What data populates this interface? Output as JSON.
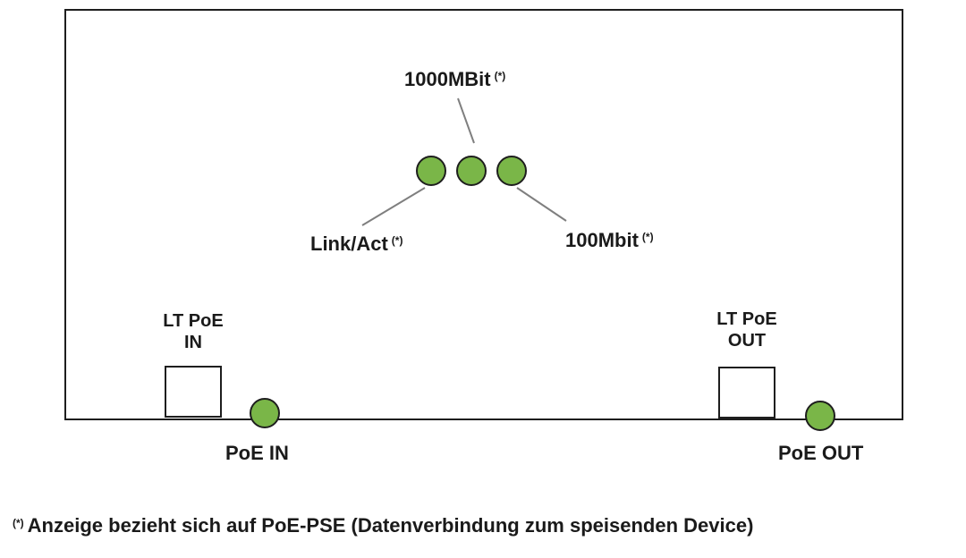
{
  "labels": {
    "speed_1000": "1000MBit",
    "speed_1000_mark": "(*)",
    "link_act": "Link/Act",
    "link_act_mark": "(*)",
    "speed_100": "100Mbit",
    "speed_100_mark": "(*)",
    "lt_poe_in_line1": "LT PoE",
    "lt_poe_in_line2": "IN",
    "lt_poe_out_line1": "LT PoE",
    "lt_poe_out_line2": "OUT",
    "poe_in": "PoE IN",
    "poe_out": "PoE OUT"
  },
  "footnote": {
    "mark": "(*)",
    "text": "Anzeige bezieht sich auf PoE-PSE (Datenverbindung zum speisenden Device)"
  },
  "colors": {
    "led_fill": "#7ab648",
    "outline": "#1e1e1e",
    "leader_line": "#7f7f7f"
  }
}
